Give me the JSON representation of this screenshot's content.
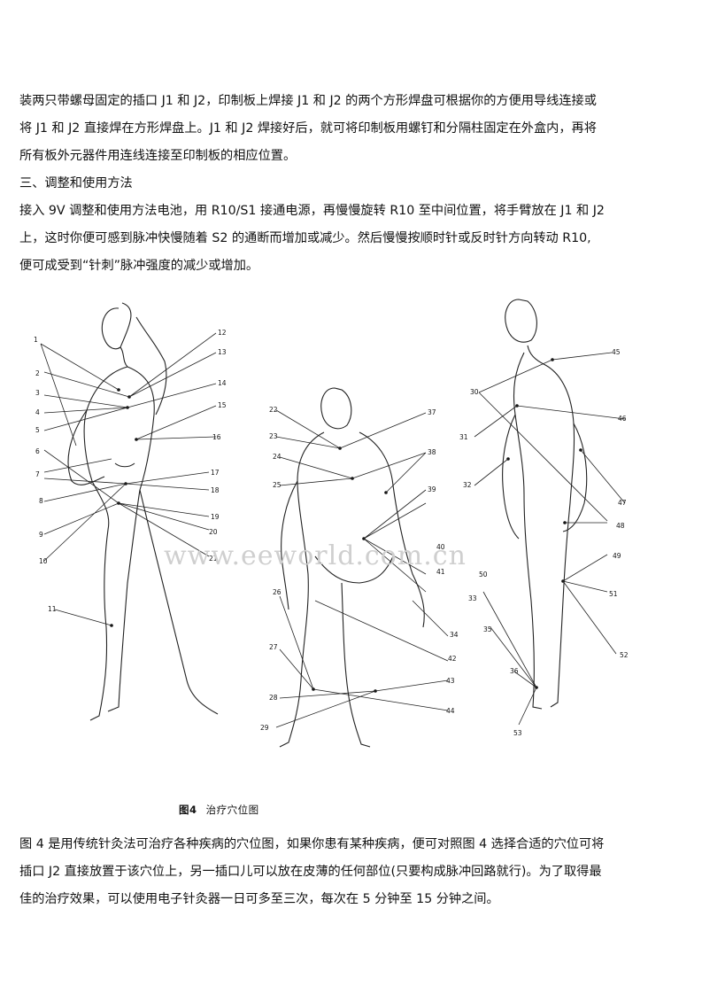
{
  "paragraphs": {
    "p1": [
      "装两只带螺母固定的插口 J1 和 J2，印制板上焊接 J1 和 J2 的两个方形焊盘可根据你的方便用导线连接或",
      "将 J1 和 J2 直接焊在方形焊盘上。J1 和 J2 焊接好后，就可将印制板用螺钉和分隔柱固定在外盒内，再将",
      "所有板外元器件用连线连接至印制板的相应位置。"
    ],
    "section_heading": "三、调整和使用方法",
    "p2": [
      "接入 9V 调整和使用方法电池，用 R10/S1 接通电源，再慢慢旋转 R10 至中间位置，将手臂放在 J1 和 J2",
      "上，这时你便可感到脉冲快慢随着 S2 的通断而增加或减少。然后慢慢按顺时针或反时针方向转动 R10,",
      "便可成受到“针刺”脉冲强度的减少或增加。"
    ],
    "p3": [
      "图 4 是用传统针灸法可治疗各种疾病的穴位图，如果你患有某种疾病，便可对照图 4 选择合适的穴位可将",
      "插口 J2 直接放置于该穴位上，另一插口儿可以放在皮薄的任何部位(只要构成脉冲回路就行)。为了取得最",
      "佳的治疗效果，可以使用电子针灸器一日可多至三次，每次在 5 分钟至 15 分钟之间。"
    ]
  },
  "figure": {
    "caption_number": "图4",
    "caption_text": "治疗穴位图",
    "watermark": "www.eeworld.com.cn",
    "labels": [
      "1",
      "2",
      "3",
      "4",
      "5",
      "6",
      "7",
      "8",
      "9",
      "10",
      "11",
      "12",
      "13",
      "14",
      "15",
      "16",
      "17",
      "18",
      "19",
      "20",
      "21",
      "22",
      "23",
      "24",
      "25",
      "26",
      "27",
      "28",
      "29",
      "30",
      "31",
      "32",
      "33",
      "34",
      "35",
      "36",
      "37",
      "38",
      "39",
      "40",
      "41",
      "42",
      "43",
      "44",
      "45",
      "46",
      "47",
      "48",
      "49",
      "50",
      "51",
      "52",
      "53"
    ]
  }
}
